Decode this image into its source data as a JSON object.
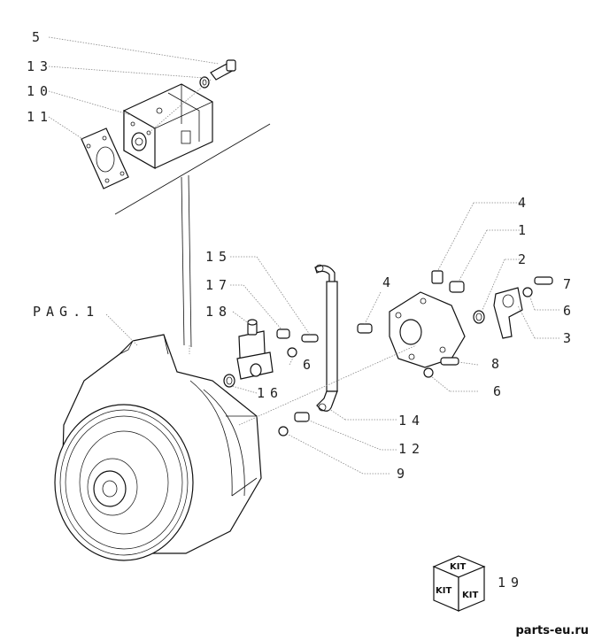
{
  "callouts": {
    "c5": "5",
    "c13": "13",
    "c10": "10",
    "c11": "11",
    "c4a": "4",
    "c1": "1",
    "c2": "2",
    "c7": "7",
    "c6a": "6",
    "c3": "3",
    "c15": "15",
    "c17": "17",
    "c4b": "4",
    "c18": "18",
    "c6b": "6",
    "c8": "8",
    "c6c": "6",
    "c16": "16",
    "c14": "14",
    "c12": "12",
    "c9": "9",
    "c19": "19"
  },
  "page_ref": "PAG.1",
  "kit_label": "KIT",
  "watermark": "parts-eu.ru"
}
